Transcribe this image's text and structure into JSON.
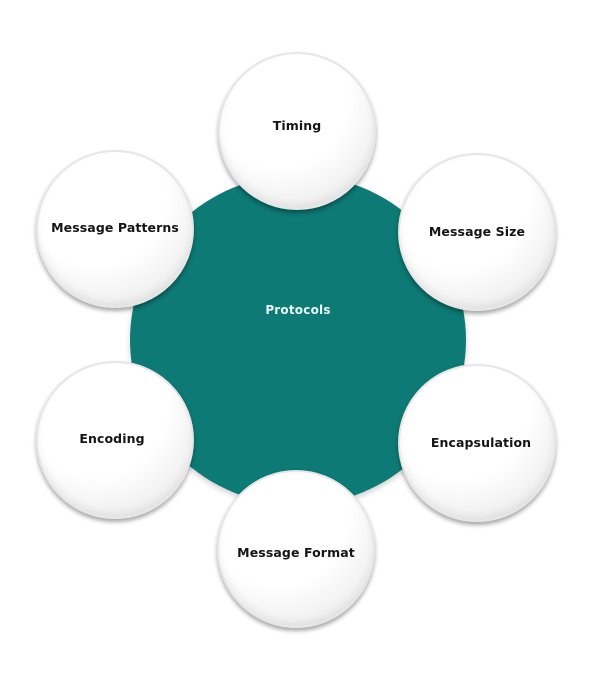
{
  "colors": {
    "hub_fill": "#0d7a75",
    "node_fill": "#ffffff",
    "label_text": "#151515"
  },
  "center": {
    "label": "Protocols"
  },
  "nodes": [
    {
      "label": "Timing"
    },
    {
      "label": "Message Size"
    },
    {
      "label": "Encapsulation"
    },
    {
      "label": "Message Format"
    },
    {
      "label": "Encoding"
    },
    {
      "label": "Message Patterns"
    }
  ]
}
